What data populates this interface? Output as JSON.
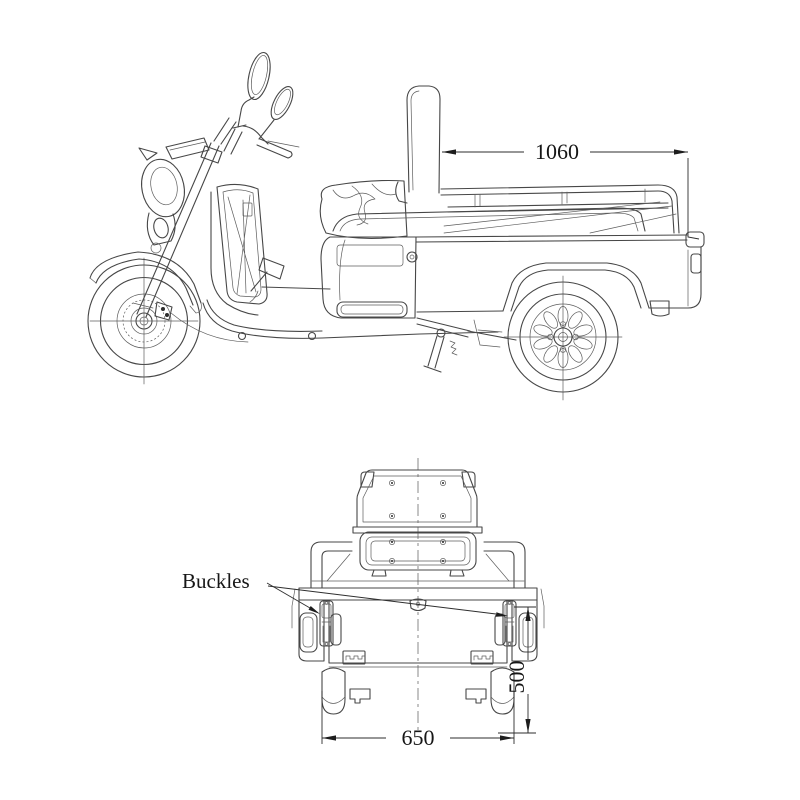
{
  "figure": {
    "side_view": {
      "length_dimension": "1060"
    },
    "rear_view": {
      "track_dimension": "650",
      "height_dimension": "500",
      "buckles_callout": "Buckles"
    }
  },
  "colors": {
    "background": "#ffffff",
    "line": "#474747",
    "fine_line": "#5d5d5d",
    "dimension_line": "#2e2e2e",
    "text": "#161616"
  }
}
